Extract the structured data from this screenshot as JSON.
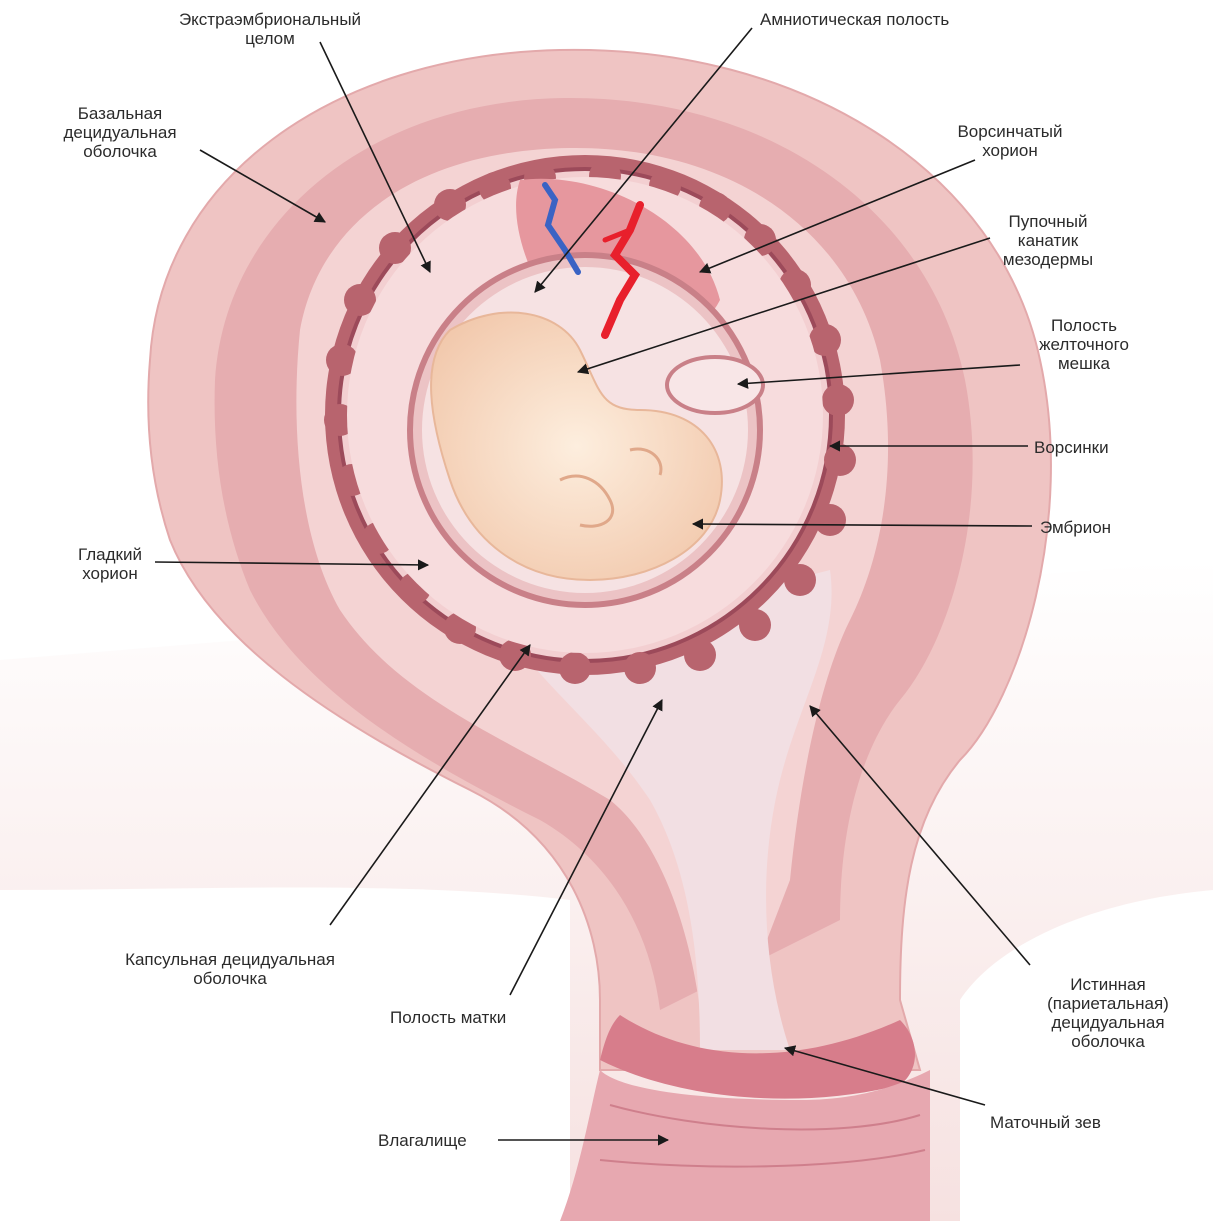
{
  "labels": {
    "extraembryonic_coelom": "Экстраэмбриональный\nцелом",
    "amniotic_cavity": "Амниотическая полость",
    "basal_decidua": "Базальная\nдецидуальная\nоболочка",
    "villous_chorion": "Ворсинчатый\nхорион",
    "umbilical_stalk_mesoderm": "Пупочный\nканатик\nмезодермы",
    "yolk_sac_cavity": "Полость\nжелточного\nмешка",
    "villi": "Ворсинки",
    "embryo": "Эмбрион",
    "smooth_chorion": "Гладкий\nхорион",
    "capsular_decidua": "Капсульная децидуальная\nоболочка",
    "uterine_cavity": "Полость матки",
    "true_decidua": "Истинная\n(париетальная)\nдецидуальная\nоболочка",
    "external_os": "Маточный зев",
    "vagina": "Влагалище"
  },
  "colors": {
    "tissue_light": "#f6dede",
    "tissue_mid": "#e9b9bb",
    "tissue_dark": "#c98088",
    "chorion_dark": "#9c4a5a",
    "embryo": "#fbe3cf",
    "artery": "#e8202c",
    "vein": "#3a63c4",
    "arrow": "#1a1a1a"
  }
}
